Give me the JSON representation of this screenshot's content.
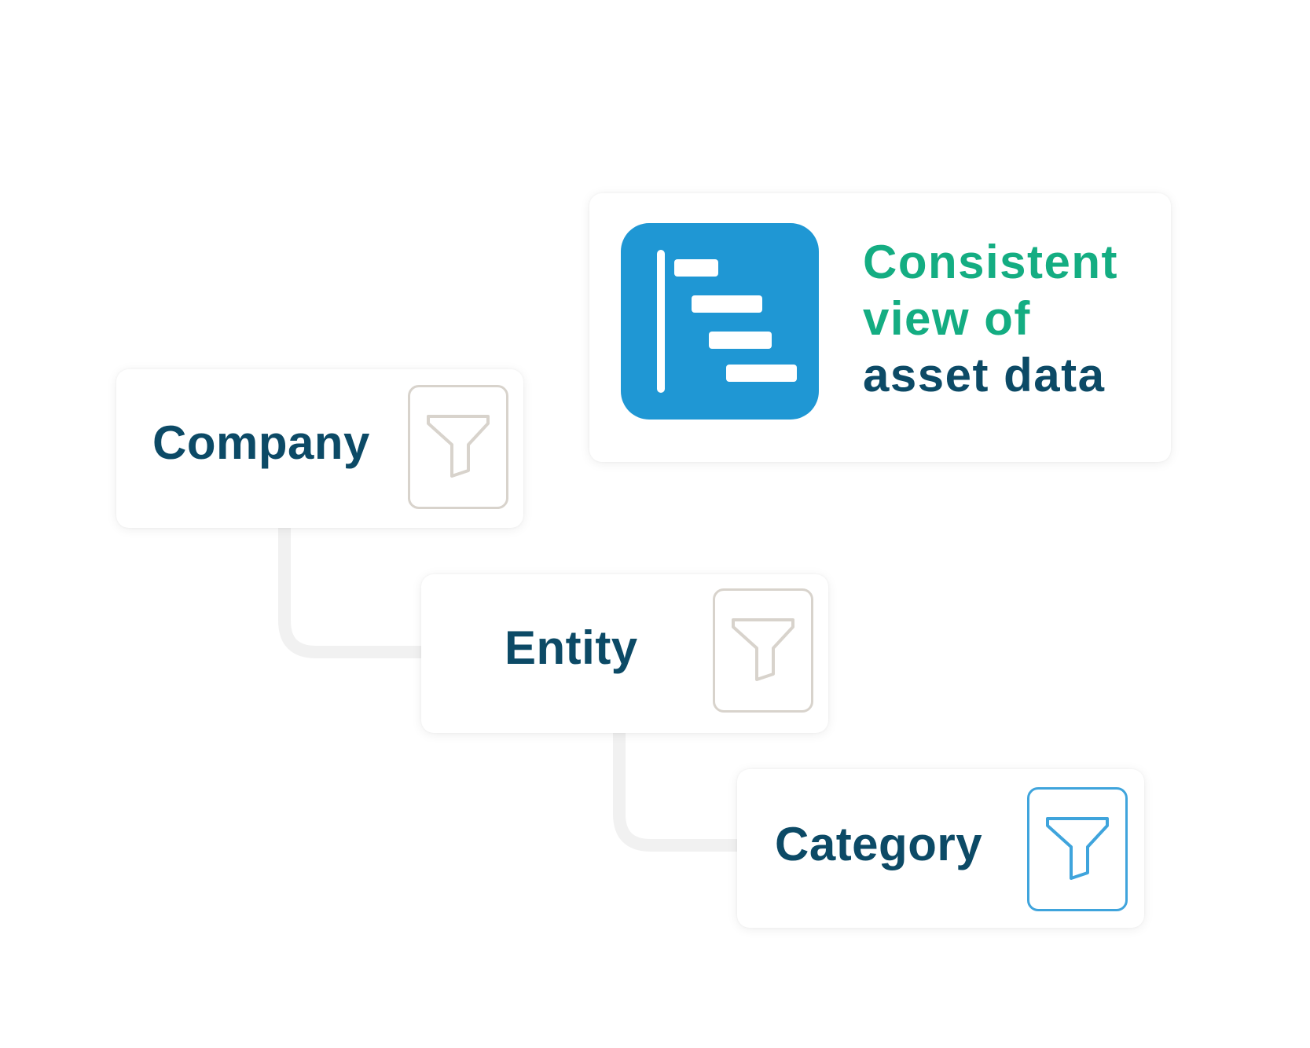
{
  "feature": {
    "headline_line1": "Consistent",
    "headline_line2": "view of",
    "headline_line3": "asset data",
    "accent_color": "#14ad82",
    "text_color": "#0c4a66",
    "icon": "hierarchy-list-icon",
    "icon_bg_color": "#1f97d4"
  },
  "filters": {
    "company": {
      "label": "Company",
      "icon": "filter-funnel-icon",
      "active": false
    },
    "entity": {
      "label": "Entity",
      "icon": "filter-funnel-icon",
      "active": false
    },
    "category": {
      "label": "Category",
      "icon": "filter-funnel-icon",
      "active": true
    }
  },
  "colors": {
    "inactive_filter": "#d8d3cc",
    "active_filter": "#3fa4dc",
    "connector": "#f1f1f1"
  }
}
